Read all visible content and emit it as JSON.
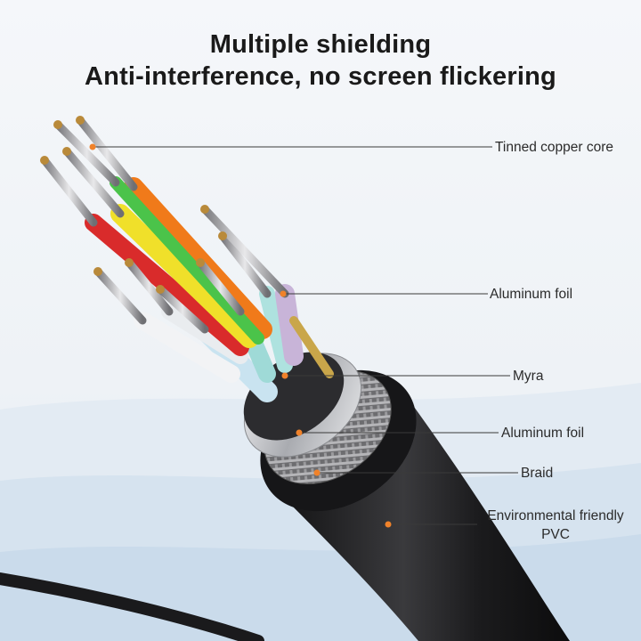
{
  "header": {
    "title": "Multiple shielding",
    "subtitle": "Anti-interference, no screen flickering"
  },
  "labels": {
    "core": "Tinned copper core",
    "foil_inner": "Aluminum foil",
    "mylar": "Myra",
    "foil_outer": "Aluminum foil",
    "braid": "Braid",
    "jacket_line1": "Environmental friendly",
    "jacket_line2": "PVC"
  },
  "colors": {
    "accent_dot": "#f0822a",
    "jacket": "#1f1f21",
    "braid": "#8c8c8c",
    "foil": "#d9dadc",
    "background": "#f3f6f9"
  }
}
